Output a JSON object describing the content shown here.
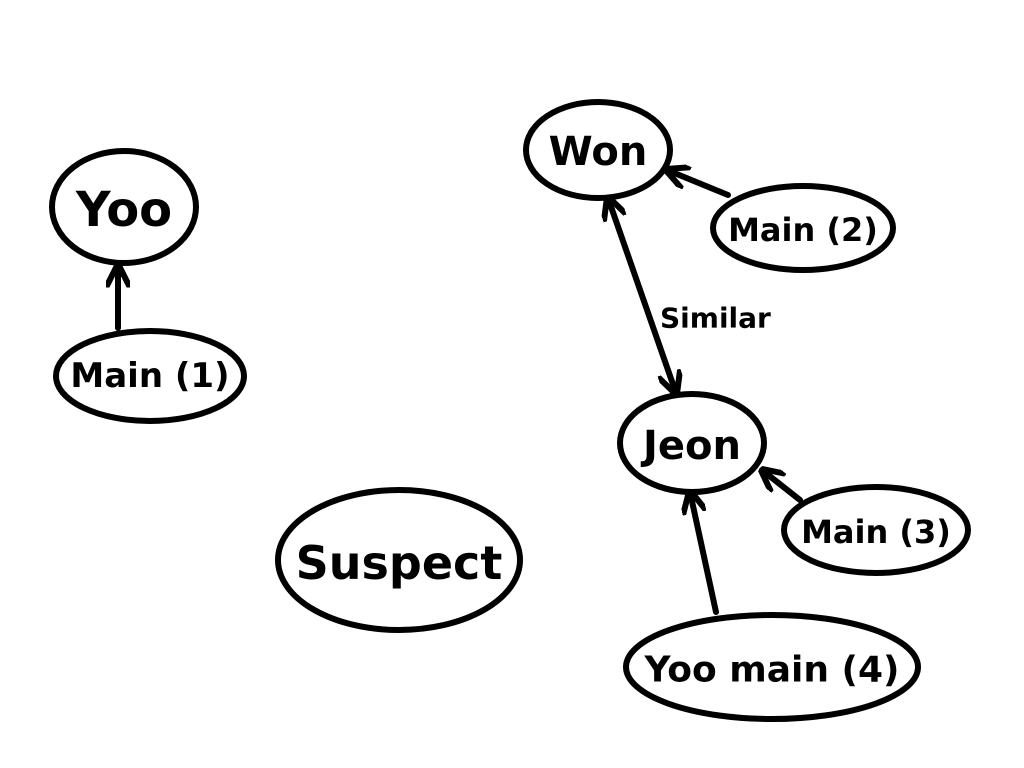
{
  "diagram": {
    "nodes": {
      "yoo": "Yoo",
      "main1": "Main (1)",
      "won": "Won",
      "main2": "Main (2)",
      "jeon": "Jeon",
      "main3": "Main (3)",
      "yoo_main4": "Yoo main (4)",
      "suspect": "Suspect"
    },
    "edges": {
      "won_jeon_label": "Similar"
    },
    "colors": {
      "stroke": "#000000",
      "background": "#ffffff"
    }
  }
}
